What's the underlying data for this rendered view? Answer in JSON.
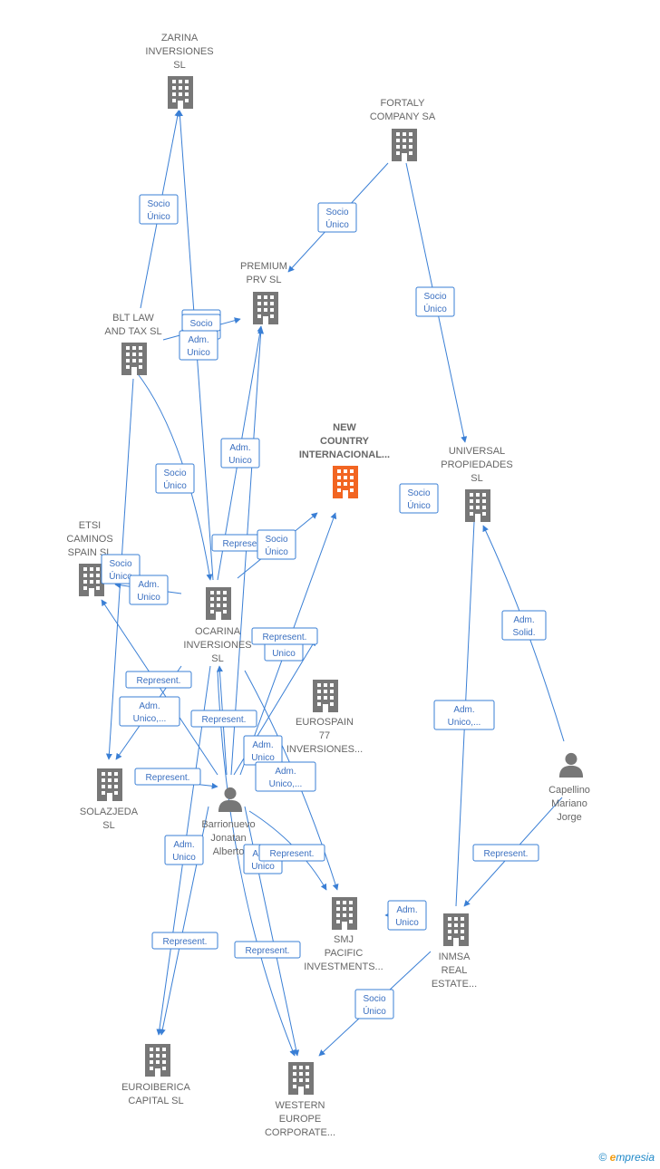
{
  "colors": {
    "edge": "#3a7fd5",
    "node": "#777777",
    "highlight": "#f26522",
    "label": "#666666"
  },
  "nodes": [
    {
      "id": "zarina",
      "type": "company",
      "lines": [
        "ZARINA",
        "INVERSIONES",
        "SL"
      ]
    },
    {
      "id": "fortaly",
      "type": "company",
      "lines": [
        "FORTALY",
        "COMPANY SA"
      ]
    },
    {
      "id": "premium",
      "type": "company",
      "lines": [
        "PREMIUM",
        "PRV  SL"
      ]
    },
    {
      "id": "blt",
      "type": "company",
      "lines": [
        "BLT LAW",
        "AND TAX  SL"
      ]
    },
    {
      "id": "newcountry",
      "type": "company",
      "highlight": true,
      "lines": [
        "NEW",
        "COUNTRY",
        "INTERNACIONAL..."
      ]
    },
    {
      "id": "universal",
      "type": "company",
      "lines": [
        "UNIVERSAL",
        "PROPIEDADES",
        "SL"
      ]
    },
    {
      "id": "etsi",
      "type": "company",
      "lines": [
        "ETSI",
        "CAMINOS",
        "SPAIN  SL"
      ]
    },
    {
      "id": "ocarina",
      "type": "company",
      "lines": [
        "OCARINA",
        "INVERSIONES",
        "SL"
      ]
    },
    {
      "id": "eurospain",
      "type": "company",
      "lines": [
        "EUROSPAIN",
        "77",
        "INVERSIONES..."
      ]
    },
    {
      "id": "solazjeda",
      "type": "company",
      "lines": [
        "SOLAZJEDA",
        "SL"
      ]
    },
    {
      "id": "barrionuevo",
      "type": "person",
      "lines": [
        "Barrionuevo",
        "Jonatan",
        "Alberto"
      ]
    },
    {
      "id": "capellino",
      "type": "person",
      "lines": [
        "Capellino",
        "Mariano",
        "Jorge"
      ]
    },
    {
      "id": "smj",
      "type": "company",
      "lines": [
        "SMJ",
        "PACIFIC",
        "INVESTMENTS..."
      ]
    },
    {
      "id": "inmsa",
      "type": "company",
      "lines": [
        "INMSA",
        "REAL",
        "ESTATE..."
      ]
    },
    {
      "id": "euroiberica",
      "type": "company",
      "lines": [
        "EUROIBERICA",
        "CAPITAL  SL"
      ]
    },
    {
      "id": "western",
      "type": "company",
      "lines": [
        "WESTERN",
        "EUROPE",
        "CORPORATE..."
      ]
    }
  ],
  "edge_labels": [
    [
      "Socio",
      "Único"
    ],
    [
      "Socio",
      "Único"
    ],
    [
      "Socio",
      "Único"
    ],
    [
      "Socio",
      "Único"
    ],
    [
      "Socio",
      ""
    ],
    [
      "Adm.",
      "Unico"
    ],
    [
      "Adm.",
      "Unico"
    ],
    [
      "Socio",
      "Único"
    ],
    [
      "Socio",
      "Único"
    ],
    [
      "Represent."
    ],
    [
      "Adm.",
      "Unico"
    ],
    [
      "Socio",
      "Único"
    ],
    [
      "Adm.",
      "Unico"
    ],
    [
      "Represent."
    ],
    [
      "Adm.",
      "Unico,..."
    ],
    [
      "Represent."
    ],
    [
      "Represent."
    ],
    [
      "Adm.",
      "Unico"
    ],
    [
      "Adm.",
      "Unico,..."
    ],
    [
      "Represent."
    ],
    [
      "Adm.",
      "Unico"
    ],
    [
      "Adm.",
      "Unico"
    ],
    [
      "Represent."
    ],
    [
      "Adm.",
      "Unico,..."
    ],
    [
      "Adm.",
      "Solid."
    ],
    [
      "Represent."
    ],
    [
      "Adm.",
      "Unico"
    ],
    [
      "Socio",
      "Único"
    ],
    [
      "Represent."
    ],
    [
      "Represent."
    ],
    [
      "Socio",
      "Único"
    ]
  ],
  "footer": {
    "copyright": "©",
    "brand_initial": "e",
    "brand_rest": "mpresia"
  }
}
